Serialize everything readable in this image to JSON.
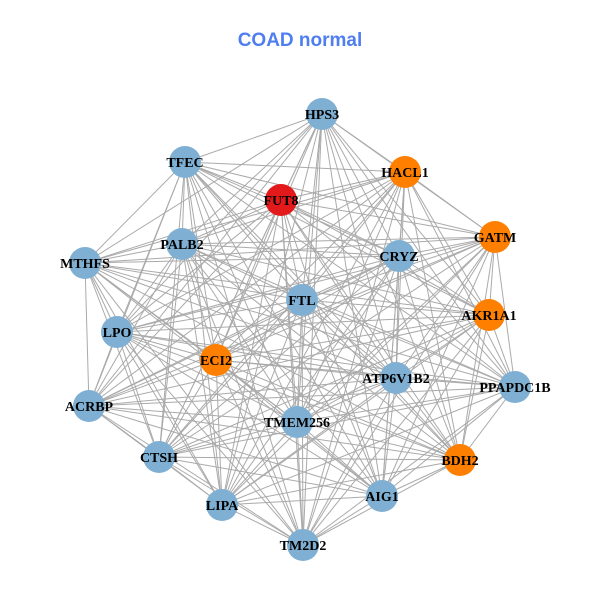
{
  "title": "COAD normal",
  "colors": {
    "default": "#7fb0d3",
    "highlight": "#ff7f00",
    "target": "#e31a1c",
    "edge": "#aaaaaa",
    "title": "#4f7ef0"
  },
  "nodes": [
    {
      "name": "HPS3",
      "group": "default"
    },
    {
      "name": "HACL1",
      "group": "highlight"
    },
    {
      "name": "TFEC",
      "group": "default"
    },
    {
      "name": "FUT8",
      "group": "target"
    },
    {
      "name": "GATM",
      "group": "highlight"
    },
    {
      "name": "CRYZ",
      "group": "default"
    },
    {
      "name": "PALB2",
      "group": "default"
    },
    {
      "name": "MTHFS",
      "group": "default"
    },
    {
      "name": "FTL",
      "group": "default"
    },
    {
      "name": "AKR1A1",
      "group": "highlight"
    },
    {
      "name": "LPO",
      "group": "default"
    },
    {
      "name": "ECI2",
      "group": "highlight"
    },
    {
      "name": "ATP6V1B2",
      "group": "default"
    },
    {
      "name": "PPAPDC1B",
      "group": "default"
    },
    {
      "name": "ACRBP",
      "group": "default"
    },
    {
      "name": "TMEM256",
      "group": "default"
    },
    {
      "name": "CTSH",
      "group": "default"
    },
    {
      "name": "BDH2",
      "group": "highlight"
    },
    {
      "name": "AIG1",
      "group": "default"
    },
    {
      "name": "LIPA",
      "group": "default"
    },
    {
      "name": "TM2D2",
      "group": "default"
    }
  ]
}
